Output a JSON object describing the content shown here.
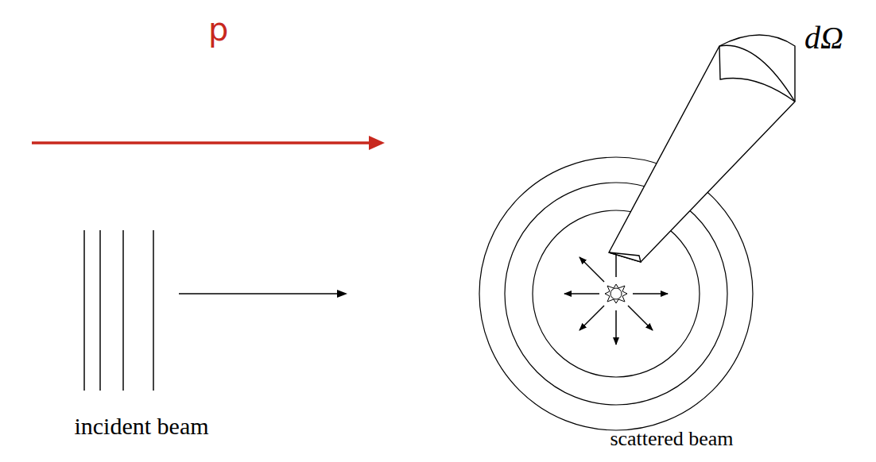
{
  "diagram": {
    "labels": [
      "p",
      "dΩ",
      "incident beam",
      "scattered beam"
    ]
  }
}
